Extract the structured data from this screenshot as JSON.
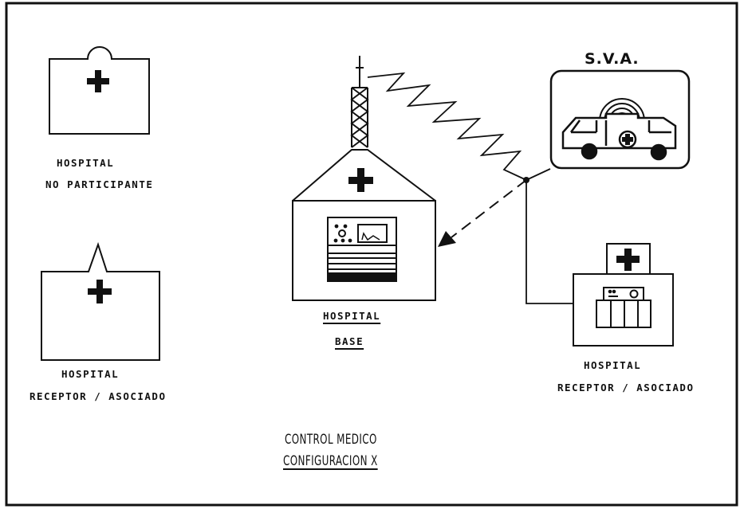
{
  "diagram": {
    "title_line1": "CONTROL MEDICO",
    "title_line2": "CONFIGURACION X",
    "sva_label": "S.V.A.",
    "hospital_no_participante": {
      "line1": "HOSPITAL",
      "line2": "NO PARTICIPANTE"
    },
    "hospital_receptor_left": {
      "line1": "HOSPITAL",
      "line2": "RECEPTOR / ASOCIADO"
    },
    "hospital_base": {
      "line1": "HOSPITAL",
      "line2": "BASE"
    },
    "hospital_receptor_right": {
      "line1": "HOSPITAL",
      "line2": "RECEPTOR / ASOCIADO"
    },
    "icons": [
      "red-cross-icon",
      "radio-tower-icon",
      "ambulance-icon",
      "radio-equipment-icon",
      "radio-waves-icon"
    ]
  }
}
